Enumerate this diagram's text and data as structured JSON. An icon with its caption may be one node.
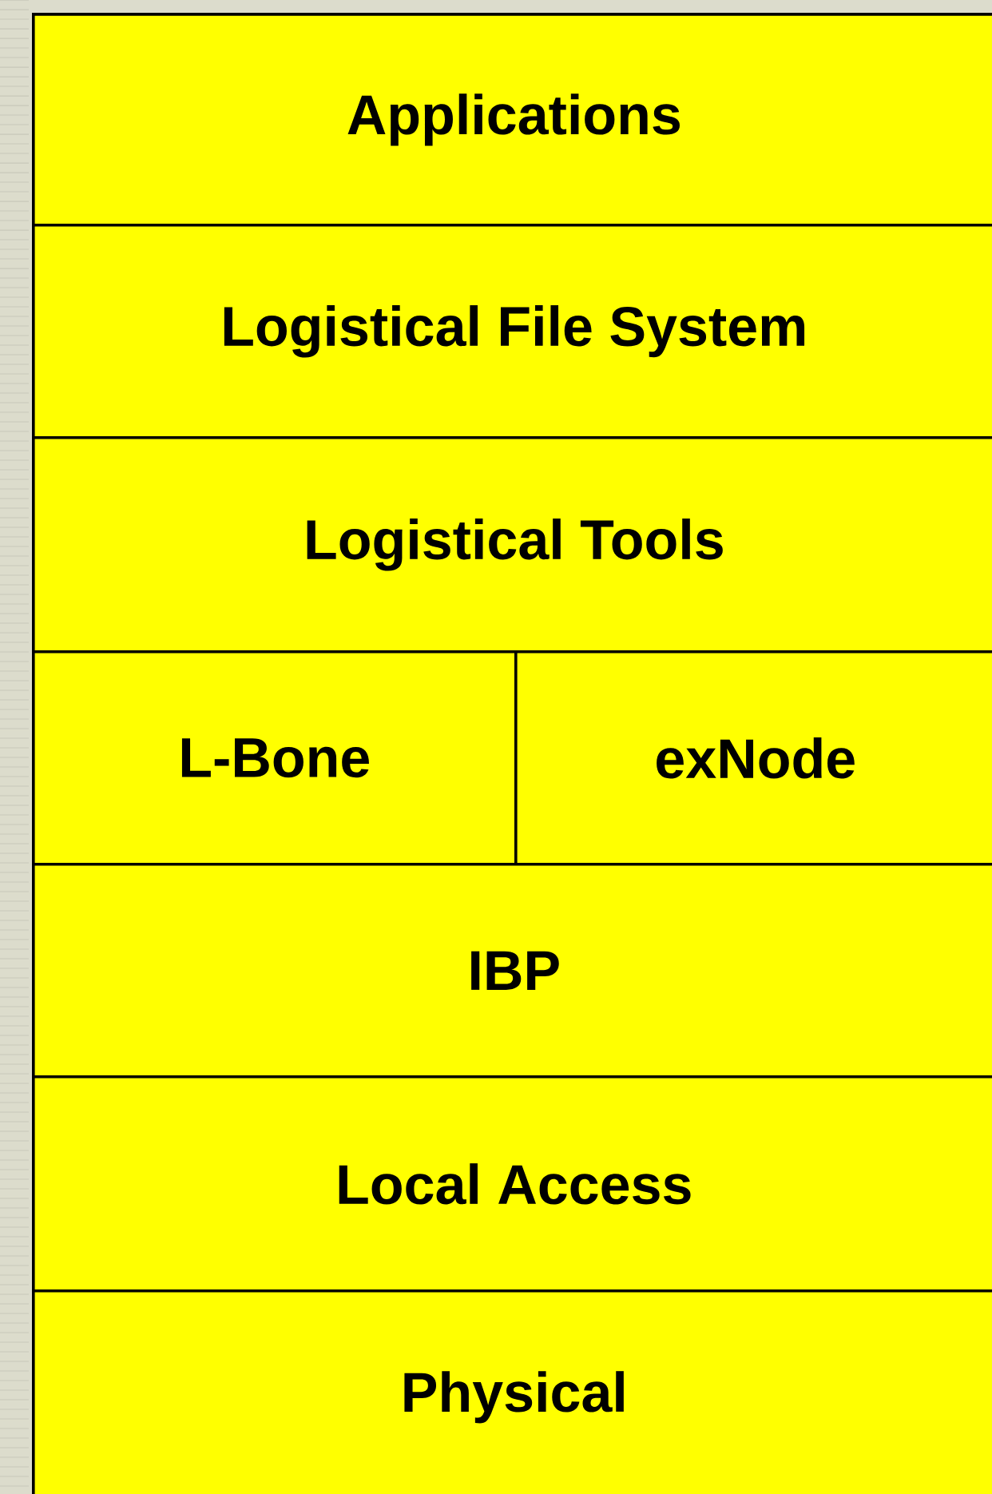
{
  "diagram": {
    "nodes": [
      {
        "text": [
          "Applications"
        ]
      },
      {
        "text": [
          "Logistical File System"
        ]
      },
      {
        "text": [
          "Logistical Tools"
        ]
      },
      {
        "text": [
          "L-Bone"
        ]
      },
      {
        "text": [
          "exNode"
        ]
      },
      {
        "text": [
          "IBP"
        ]
      },
      {
        "text": [
          "Local Access"
        ]
      },
      {
        "text": [
          "Physical"
        ]
      }
    ]
  }
}
